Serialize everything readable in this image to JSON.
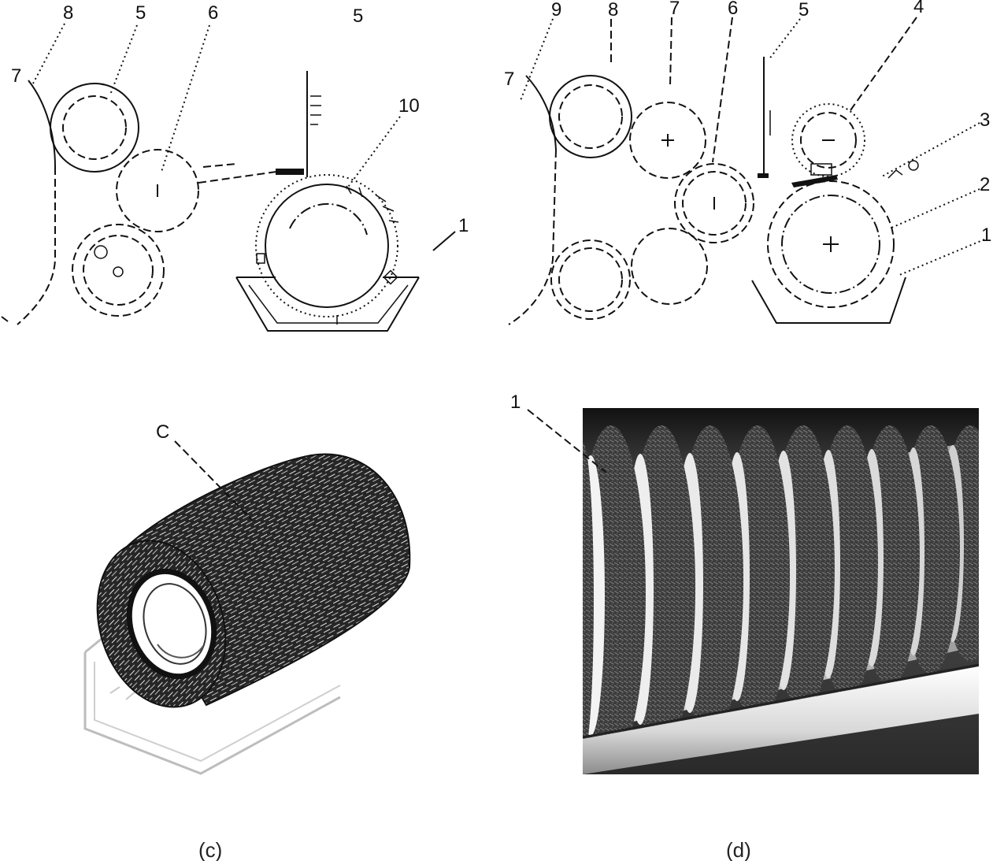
{
  "figure": {
    "panel_a": {
      "labels": [
        "8",
        "5",
        "6",
        "5",
        "7",
        "10",
        "1"
      ]
    },
    "panel_b": {
      "labels": [
        "9",
        "8",
        "7",
        "6",
        "5",
        "4",
        "7",
        "3",
        "2",
        "1"
      ]
    },
    "panel_c": {
      "labels": [
        "C"
      ],
      "caption": "(c)"
    },
    "panel_d": {
      "labels": [
        "1"
      ],
      "caption": "(d)"
    }
  },
  "colors": {
    "line": "#111111",
    "background": "#ffffff",
    "plate": "#bdbdbd"
  }
}
